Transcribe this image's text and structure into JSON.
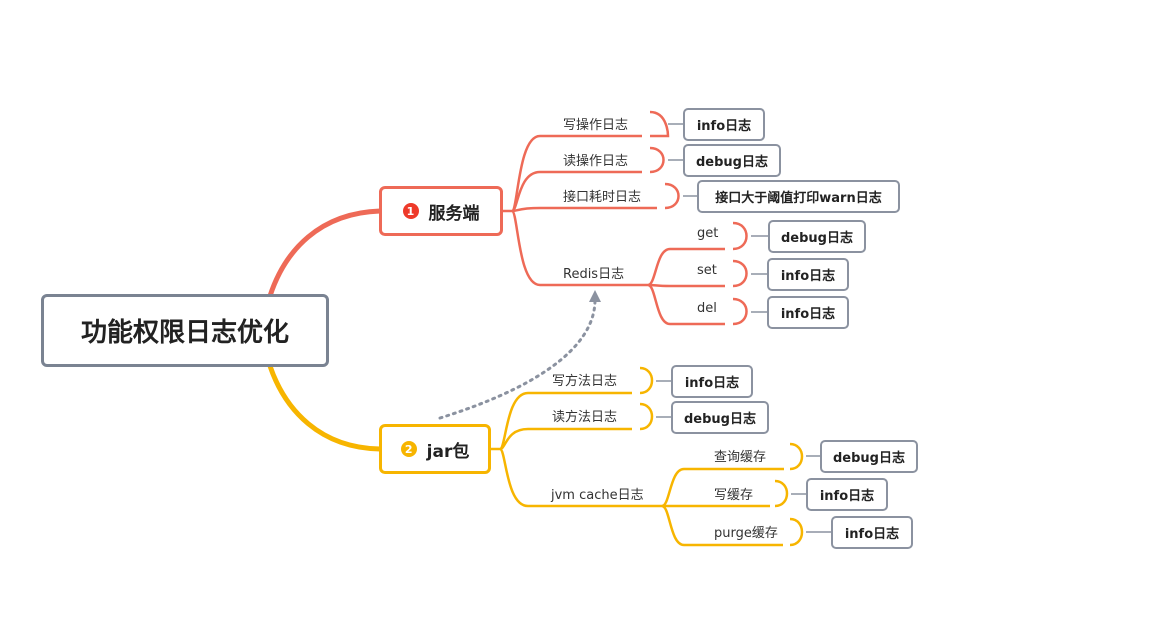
{
  "colors": {
    "red_branch": "#ee6a57",
    "yellow_branch": "#f7b500",
    "gray": "#8b92a0"
  },
  "root": {
    "label": "功能权限日志优化"
  },
  "branches": [
    {
      "marker": "1",
      "label": "服务端",
      "children": [
        {
          "label": "写操作日志",
          "leaf": "info日志"
        },
        {
          "label": "读操作日志",
          "leaf": "debug日志"
        },
        {
          "label": "接口耗时日志",
          "leaf": "接口大于阈值打印warn日志"
        },
        {
          "label": "Redis日志",
          "children": [
            {
              "label": "get",
              "leaf": "debug日志"
            },
            {
              "label": "set",
              "leaf": "info日志"
            },
            {
              "label": "del",
              "leaf": "info日志"
            }
          ]
        }
      ]
    },
    {
      "marker": "2",
      "label": "jar包",
      "children": [
        {
          "label": "写方法日志",
          "leaf": "info日志"
        },
        {
          "label": "读方法日志",
          "leaf": "debug日志"
        },
        {
          "label": "jvm cache日志",
          "children": [
            {
              "label": "查询缓存",
              "leaf": "debug日志"
            },
            {
              "label": "写缓存",
              "leaf": "info日志"
            },
            {
              "label": "purge缓存",
              "leaf": "info日志"
            }
          ]
        }
      ]
    }
  ]
}
